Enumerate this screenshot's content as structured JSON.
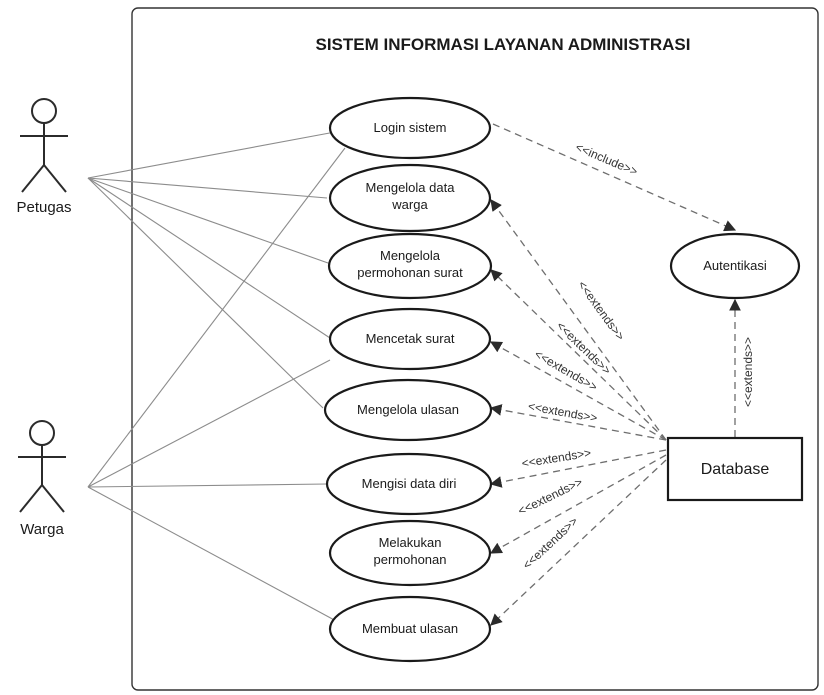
{
  "title": "SISTEM INFORMASI LAYANAN ADMINISTRASI",
  "actors": {
    "petugas": "Petugas",
    "warga": "Warga"
  },
  "use_cases": {
    "login": [
      "Login sistem"
    ],
    "kelola_warga": [
      "Mengelola data",
      "warga"
    ],
    "kelola_surat": [
      "Mengelola",
      "permohonan surat"
    ],
    "cetak": [
      "Mencetak surat"
    ],
    "kelola_ulasan": [
      "Mengelola ulasan"
    ],
    "isi_data": [
      "Mengisi data diri"
    ],
    "permohonan": [
      "Melakukan",
      "permohonan"
    ],
    "ulasan": [
      "Membuat ulasan"
    ],
    "autentikasi": [
      "Autentikasi"
    ]
  },
  "entities": {
    "database": "Database"
  },
  "stereotypes": {
    "include": "<<include>>",
    "extends": "<<extends>>"
  }
}
